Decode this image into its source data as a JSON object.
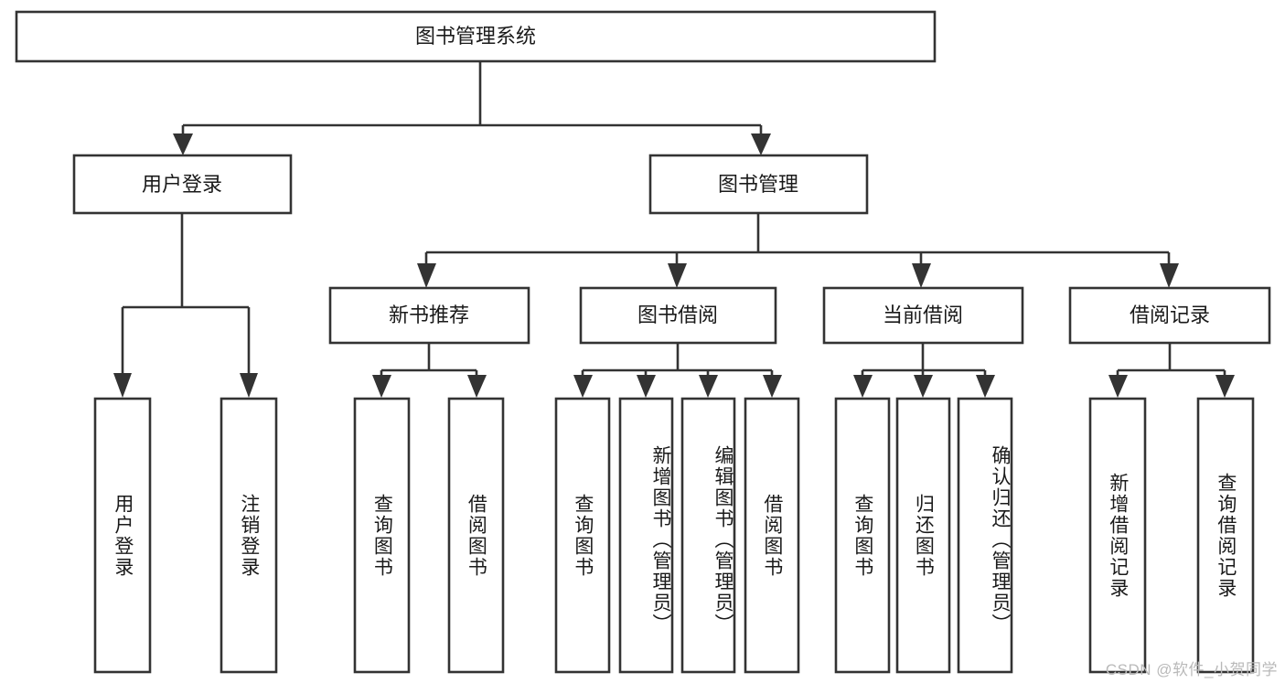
{
  "diagram": {
    "title": "图书管理系统",
    "type": "tree-hierarchy",
    "watermark": "CSDN @软件_小贺同学",
    "colors": {
      "stroke": "#333333",
      "fill": "#ffffff",
      "text": "#1a1a1a",
      "watermark": "#b9b9b9",
      "background": "#ffffff"
    },
    "root": {
      "label": "图书管理系统"
    },
    "level2": [
      {
        "label": "用户登录"
      },
      {
        "label": "图书管理"
      }
    ],
    "level3": [
      {
        "label": "新书推荐"
      },
      {
        "label": "图书借阅"
      },
      {
        "label": "当前借阅"
      },
      {
        "label": "借阅记录"
      }
    ],
    "leaves": {
      "user_login": [
        {
          "label": "用户登录"
        },
        {
          "label": "注销登录"
        }
      ],
      "new_book_recommend": [
        {
          "label": "查询图书"
        },
        {
          "label": "借阅图书"
        }
      ],
      "book_borrow": [
        {
          "label": "查询图书"
        },
        {
          "label": "新增图书（管理员）"
        },
        {
          "label": "编辑图书（管理员）"
        },
        {
          "label": "借阅图书"
        }
      ],
      "current_borrow": [
        {
          "label": "查询图书"
        },
        {
          "label": "归还图书"
        },
        {
          "label": "确认归还（管理员）"
        }
      ],
      "borrow_record": [
        {
          "label": "新增借阅记录"
        },
        {
          "label": "查询借阅记录"
        }
      ]
    }
  }
}
